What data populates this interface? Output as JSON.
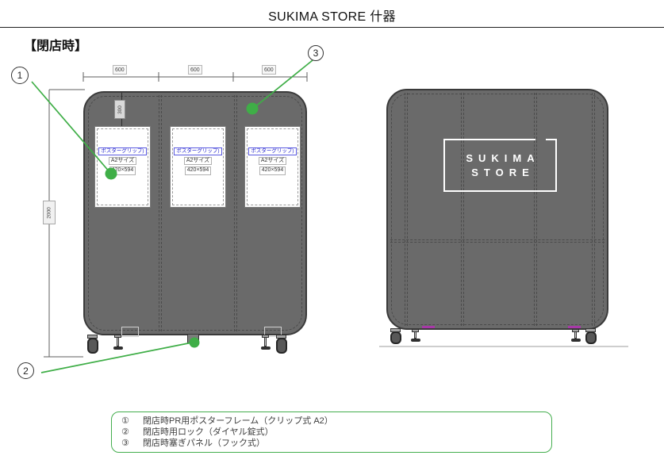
{
  "header": {
    "title": "SUKIMA STORE 什器",
    "section_label": "【閉店時】"
  },
  "front_view": {
    "dim_width_segments": [
      "600",
      "600",
      "600"
    ],
    "dim_height": "2000",
    "dim_top_offset": "300",
    "poster_frame": {
      "grip_label": "ポスターグリップ)",
      "size_name": "A2サイズ",
      "size_mm": "420×594"
    }
  },
  "back_view": {
    "logo_line1": "SUKIMA",
    "logo_line2": "STORE"
  },
  "callouts": {
    "c1": "1",
    "c2": "2",
    "c3": "3"
  },
  "legend": {
    "items": [
      {
        "num": "①",
        "text": "閉店時PR用ポスターフレーム（クリップ式 A2）"
      },
      {
        "num": "②",
        "text": "閉店時用ロック（ダイヤル錠式）"
      },
      {
        "num": "③",
        "text": "閉店時塞ぎパネル（フック式）"
      }
    ]
  },
  "colors": {
    "annotation_green": "#3fae47",
    "body_gray": "#6a6a6a",
    "label_blue": "#2323cc",
    "magenta_accent": "#a838a8"
  }
}
